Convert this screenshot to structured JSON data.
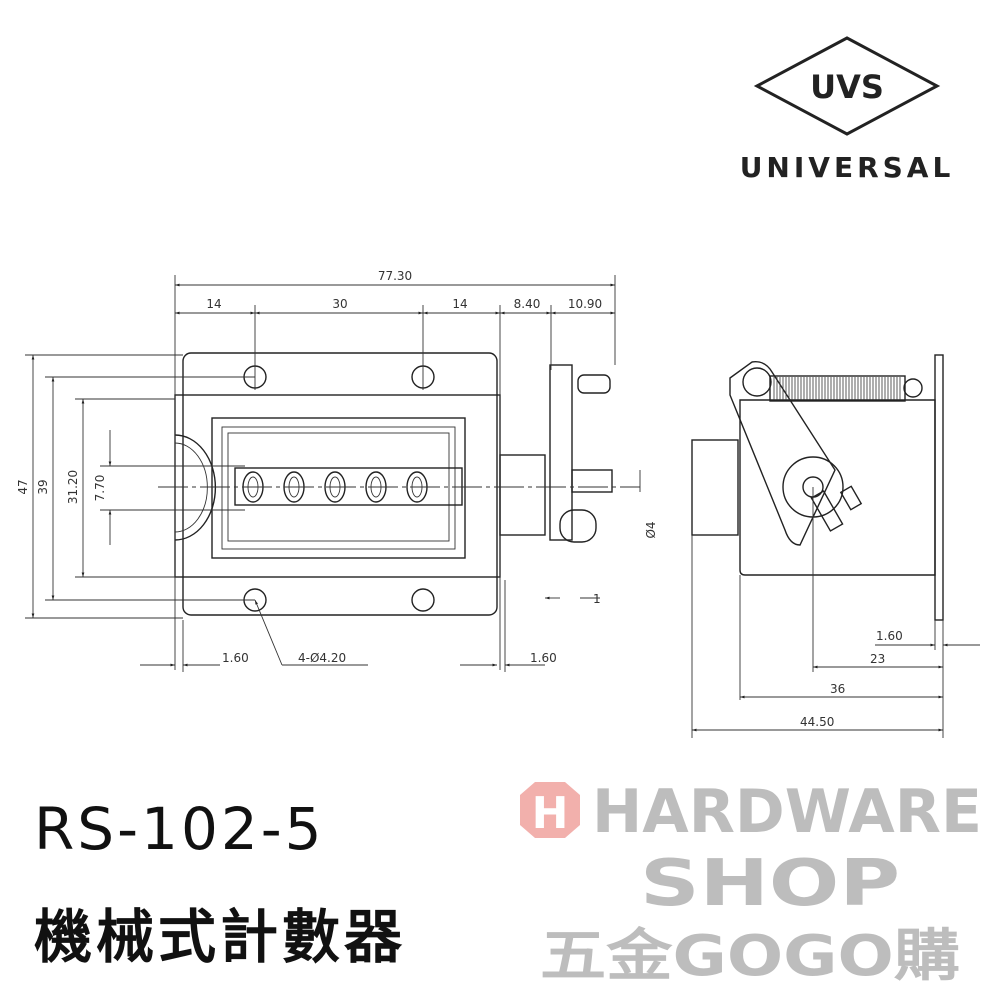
{
  "logo": {
    "mark": "UVS",
    "name": "UNIVERSAL"
  },
  "watermark": {
    "line1": "HARDWARE",
    "line2": "SHOP",
    "line3": "五金GOGO購",
    "accent_color": "#e8706a"
  },
  "product": {
    "model": "RS-102-5",
    "name": "機械式計數器"
  },
  "counter_digits": [
    "0",
    "0",
    "0",
    "0",
    "0"
  ],
  "dimensions": {
    "overall_width": "77.30",
    "hole_left": "14",
    "hole_spacing": "30",
    "hole_right": "14",
    "shaft_a": "8.40",
    "shaft_b": "10.90",
    "height_47": "47",
    "height_39": "39",
    "height_31": "31.20",
    "window_height": "7.70",
    "flange_left": "1.60",
    "flange_right": "1.60",
    "holes": "4-Ø4.20",
    "shaft_dia": "Ø4",
    "gap": "1",
    "side_flange": "1.60",
    "side_23": "23",
    "side_36": "36",
    "side_44": "44.50"
  }
}
